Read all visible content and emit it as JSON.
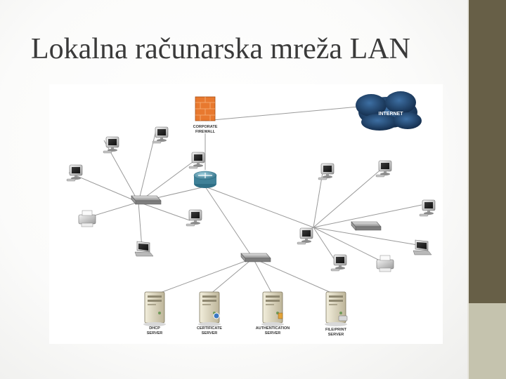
{
  "slide": {
    "title": "Lokalna računarska mreža LAN"
  },
  "diagram": {
    "labels": {
      "firewall_line1": "CORPORATE",
      "firewall_line2": "FIREWALL",
      "internet": "INTERNET",
      "dhcp_line1": "DHCP",
      "dhcp_line2": "SERVER",
      "cert_line1": "CERTIFICATE",
      "cert_line2": "SERVER",
      "auth_line1": "AUTHENTICATION",
      "auth_line2": "SERVER",
      "file_line1": "FILE/PRINT",
      "file_line2": "SERVER"
    }
  },
  "colors": {
    "sidebar": "#675f47",
    "sidebar_accent": "#c5c3ae",
    "firewall": "#e8792f",
    "cloud": "#1f3f66",
    "router": "#4f8da3",
    "link": "#9a9a9a"
  }
}
